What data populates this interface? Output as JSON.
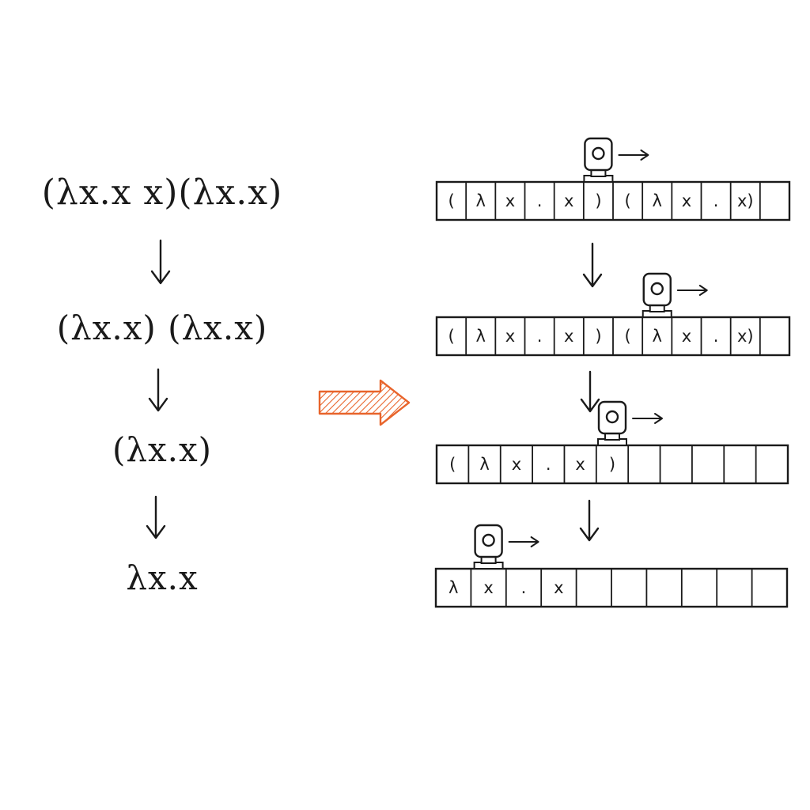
{
  "colors": {
    "ink": "#1a1a1a",
    "accent_arrow": "#e8642b",
    "background": "#ffffff"
  },
  "reduction_steps": [
    "(λx.x x)(λx.x)",
    "(λx.x) (λx.x)",
    "(λx.x)",
    "λx.x"
  ],
  "tapes": [
    {
      "cells": [
        "(",
        "λ",
        "x",
        ".",
        "x",
        ")",
        "(",
        "λ",
        "x",
        ".",
        "x)",
        ""
      ],
      "head_cell": 5
    },
    {
      "cells": [
        "(",
        "λ",
        "x",
        ".",
        "x",
        ")",
        "(",
        "λ",
        "x",
        ".",
        "x)",
        ""
      ],
      "head_cell": 7
    },
    {
      "cells": [
        "(",
        "λ",
        "x",
        ".",
        "x",
        ")",
        "",
        "",
        "",
        "",
        ""
      ],
      "head_cell": 5
    },
    {
      "cells": [
        "λ",
        "x",
        ".",
        "x",
        "",
        "",
        "",
        "",
        "",
        ""
      ],
      "head_cell": 1
    }
  ],
  "icons": {
    "down_arrow": "down-arrow-icon",
    "right_arrow": "right-arrow-icon",
    "transform_arrow": "hatched-right-arrow-icon",
    "tape_head": "tape-head-icon"
  }
}
